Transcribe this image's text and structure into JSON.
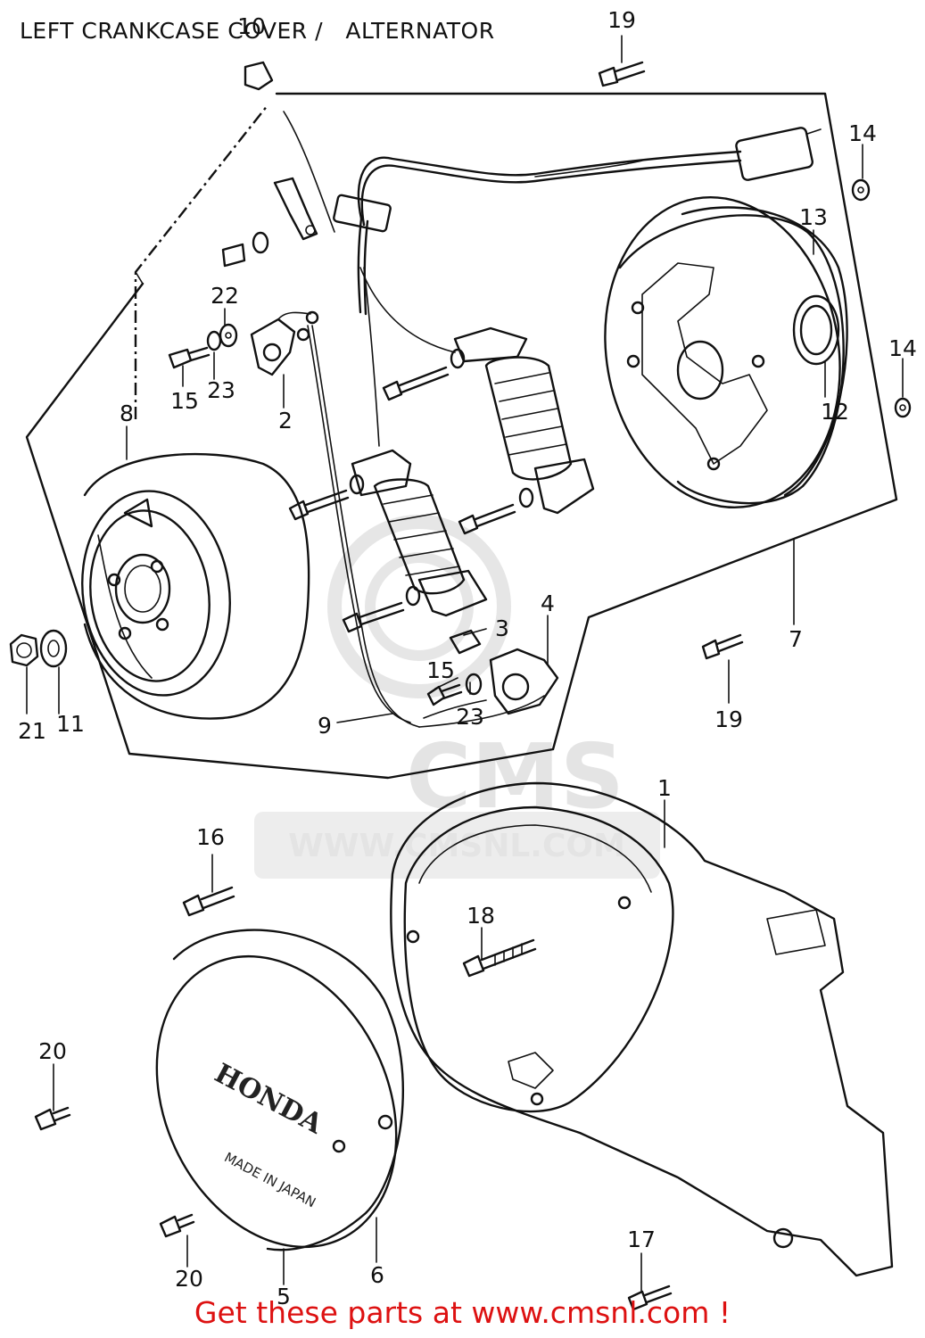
{
  "title": "LEFT CRANKCASE COVER /   ALTERNATOR",
  "footer": "Get these parts at www.cmsnl.com !",
  "watermark": {
    "brand": "CMS",
    "url": "WWW.CMSNL.COM"
  },
  "cover_lettering": {
    "brand": "HONDA",
    "origin": "MADE IN JAPAN"
  },
  "colors": {
    "footer": "#dd1111",
    "lines": "#111111",
    "watermark": "#e2e2e2"
  },
  "callouts": [
    "1",
    "2",
    "3",
    "4",
    "5",
    "6",
    "7",
    "8",
    "9",
    "10",
    "11",
    "12",
    "13",
    "14",
    "14",
    "15",
    "15",
    "16",
    "17",
    "18",
    "19",
    "19",
    "20",
    "20",
    "21",
    "22",
    "23",
    "23"
  ]
}
